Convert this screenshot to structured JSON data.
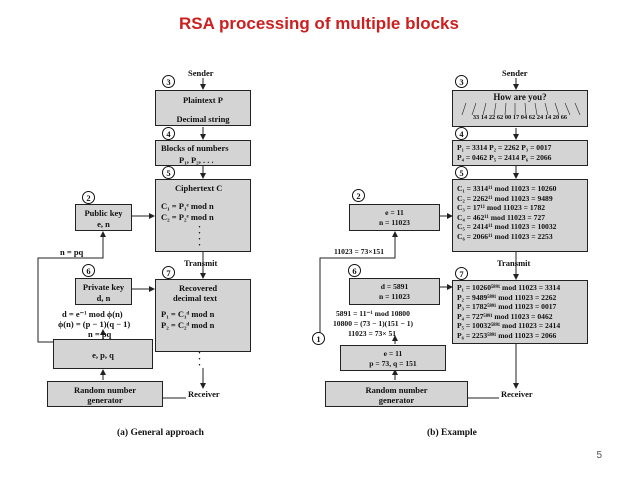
{
  "title": "RSA processing of multiple blocks",
  "page_number": "5",
  "left": {
    "sender": "Sender",
    "plaintext_1": "Plaintext P",
    "plaintext_2": "Decimal string",
    "blocks_1": "Blocks of numbers",
    "blocks_2": "P₁, P₂, . . .",
    "cipher_1": "Ciphertext C",
    "cipher_2": "C₁ = P₁ᵉ mod n",
    "cipher_3": "C₂ = P₂ᵉ mod n",
    "public_1": "Public key",
    "public_2": "e, n",
    "npq": "n = pq",
    "private_1": "Private key",
    "private_2": "d, n",
    "formula_1": "d = e⁻¹ mod ϕ(n)",
    "formula_2": "ϕ(n) = (p − 1)(q − 1)",
    "formula_3": "n = pq",
    "epq": "e, p, q",
    "transmit": "Transmit",
    "recovered_1": "Recovered",
    "recovered_2": "decimal text",
    "recovered_3": "P₁ = C₁ᵈ mod n",
    "recovered_4": "P₂ = C₂ᵈ mod n",
    "rng_1": "Random number",
    "rng_2": "generator",
    "receiver": "Receiver",
    "caption": "(a) General approach"
  },
  "right": {
    "sender": "Sender",
    "how": "How are you?",
    "digits": "33 14 22 62 00 17 04 62 24 14 20 66",
    "blocks_1": "P₁ = 3314 P₂ = 2262 P₃ = 0017",
    "blocks_2": "P₄ = 0462 P₅ = 2414 P₆ = 2066",
    "cipher": [
      "C₁ = 3314¹¹ mod 11023 = 10260",
      "C₂ = 2262¹¹ mod 11023 = 9489",
      "C₃ = 17¹¹ mod 11023 = 1782",
      "C₄ = 462¹¹ mod 11023 = 727",
      "C₅ = 2414¹¹ mod 11023 = 10032",
      "C₆ = 2066¹¹ mod 11023 = 2253"
    ],
    "public_1": "e = 11",
    "public_2": "n = 11023",
    "n_factor": "11023 = 73×151",
    "private_1": "d = 5891",
    "private_2": "n = 11023",
    "formula_1": "5891 = 11⁻¹ mod 10800",
    "formula_2": "10800 = (73 − 1)(151 − 1)",
    "formula_3": "11023 = 73× 51",
    "epq_1": "e = 11",
    "epq_2": "p = 73, q = 151",
    "transmit": "Transmit",
    "recovered": [
      "P₁ = 10260⁵⁸⁹¹ mod 11023 = 3314",
      "P₂ = 9489⁵⁸⁹¹ mod 11023 = 2262",
      "P₃ = 1782⁵⁸⁹¹ mod 11023 = 0017",
      "P₄ = 727⁵⁸⁹¹ mod 11023 = 0462",
      "P₅ = 10032⁵⁸⁹¹ mod 11023 = 2414",
      "P₆ = 2253⁵⁸⁹¹ mod 11023 = 2066"
    ],
    "rng_1": "Random number",
    "rng_2": "generator",
    "receiver": "Receiver",
    "caption": "(b) Example"
  },
  "steps": [
    "1",
    "2",
    "3",
    "4",
    "5",
    "6",
    "7"
  ],
  "colors": {
    "title": "#cc1f1f",
    "box": "#d4d4d4",
    "line": "#222222"
  }
}
